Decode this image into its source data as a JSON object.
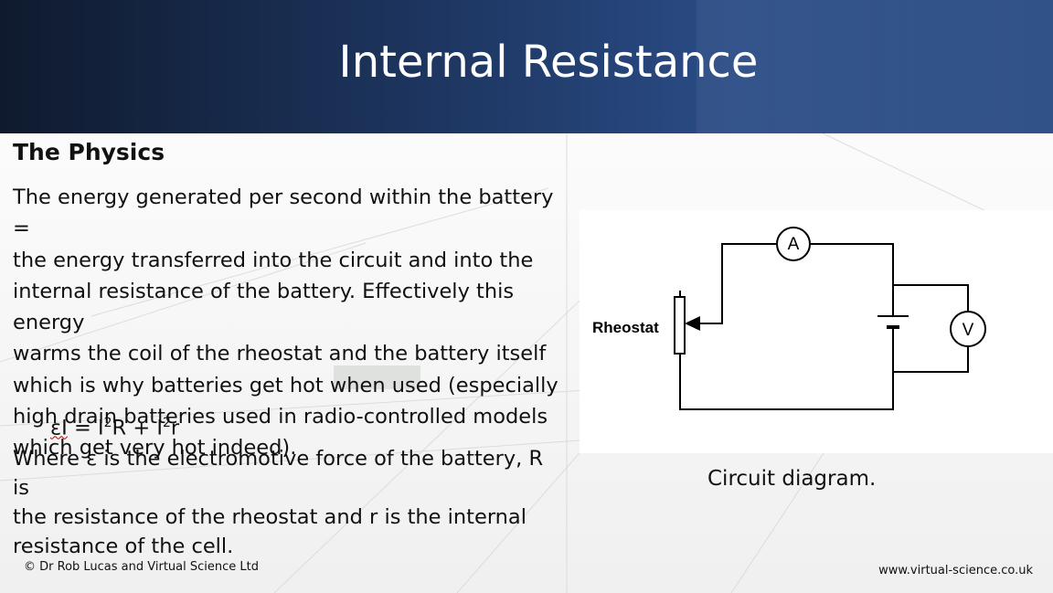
{
  "slide": {
    "title": "Internal Resistance",
    "section_heading": "The Physics",
    "paragraph_lines": [
      "The energy generated per second within the battery =",
      "the energy transferred into the circuit and into the",
      "internal resistance of the battery.  Effectively this energy",
      "warms the coil of the rheostat and the battery itself",
      "which is why batteries get hot when used (especially",
      "high drain batteries used in radio-controlled models",
      "which get very hot indeed)."
    ],
    "equation": {
      "lhs": "εI",
      "rhs_parts": [
        "I",
        "2",
        "R + I",
        "2",
        "r"
      ]
    },
    "explanation_lines": [
      "Where ε is the electromotive force of the battery, R is",
      "the resistance of the rheostat and r is the internal",
      "resistance of the cell."
    ],
    "diagram": {
      "rheostat_label": "Rheostat",
      "ammeter_symbol": "A",
      "voltmeter_symbol": "V",
      "caption": "Circuit diagram."
    },
    "copyright": "© Dr Rob Lucas and Virtual Science Ltd",
    "website": "www.virtual-science.co.uk",
    "colors": {
      "header_dark": "#0f1a2e",
      "header_light": "#2d4f86",
      "title_text": "#ffffff"
    }
  }
}
